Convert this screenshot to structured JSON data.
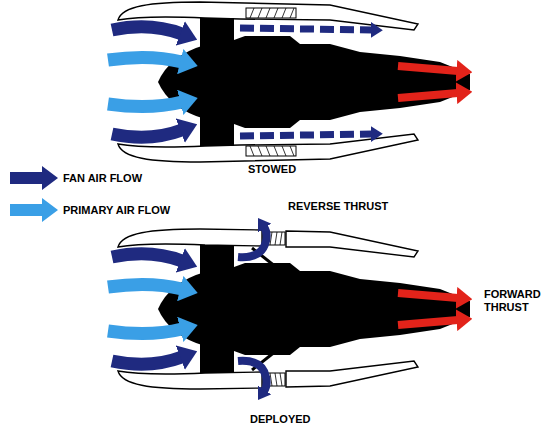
{
  "diagram": {
    "labels": [
      "STOWED",
      "REVERSE THRUST",
      "FORWARD THRUST",
      "DEPLOYED"
    ],
    "legend": [
      {
        "text": "FAN AIR FLOW",
        "color": "#1f2a80"
      },
      {
        "text": "PRIMARY AIR FLOW",
        "color": "#3a9fe6"
      }
    ]
  }
}
